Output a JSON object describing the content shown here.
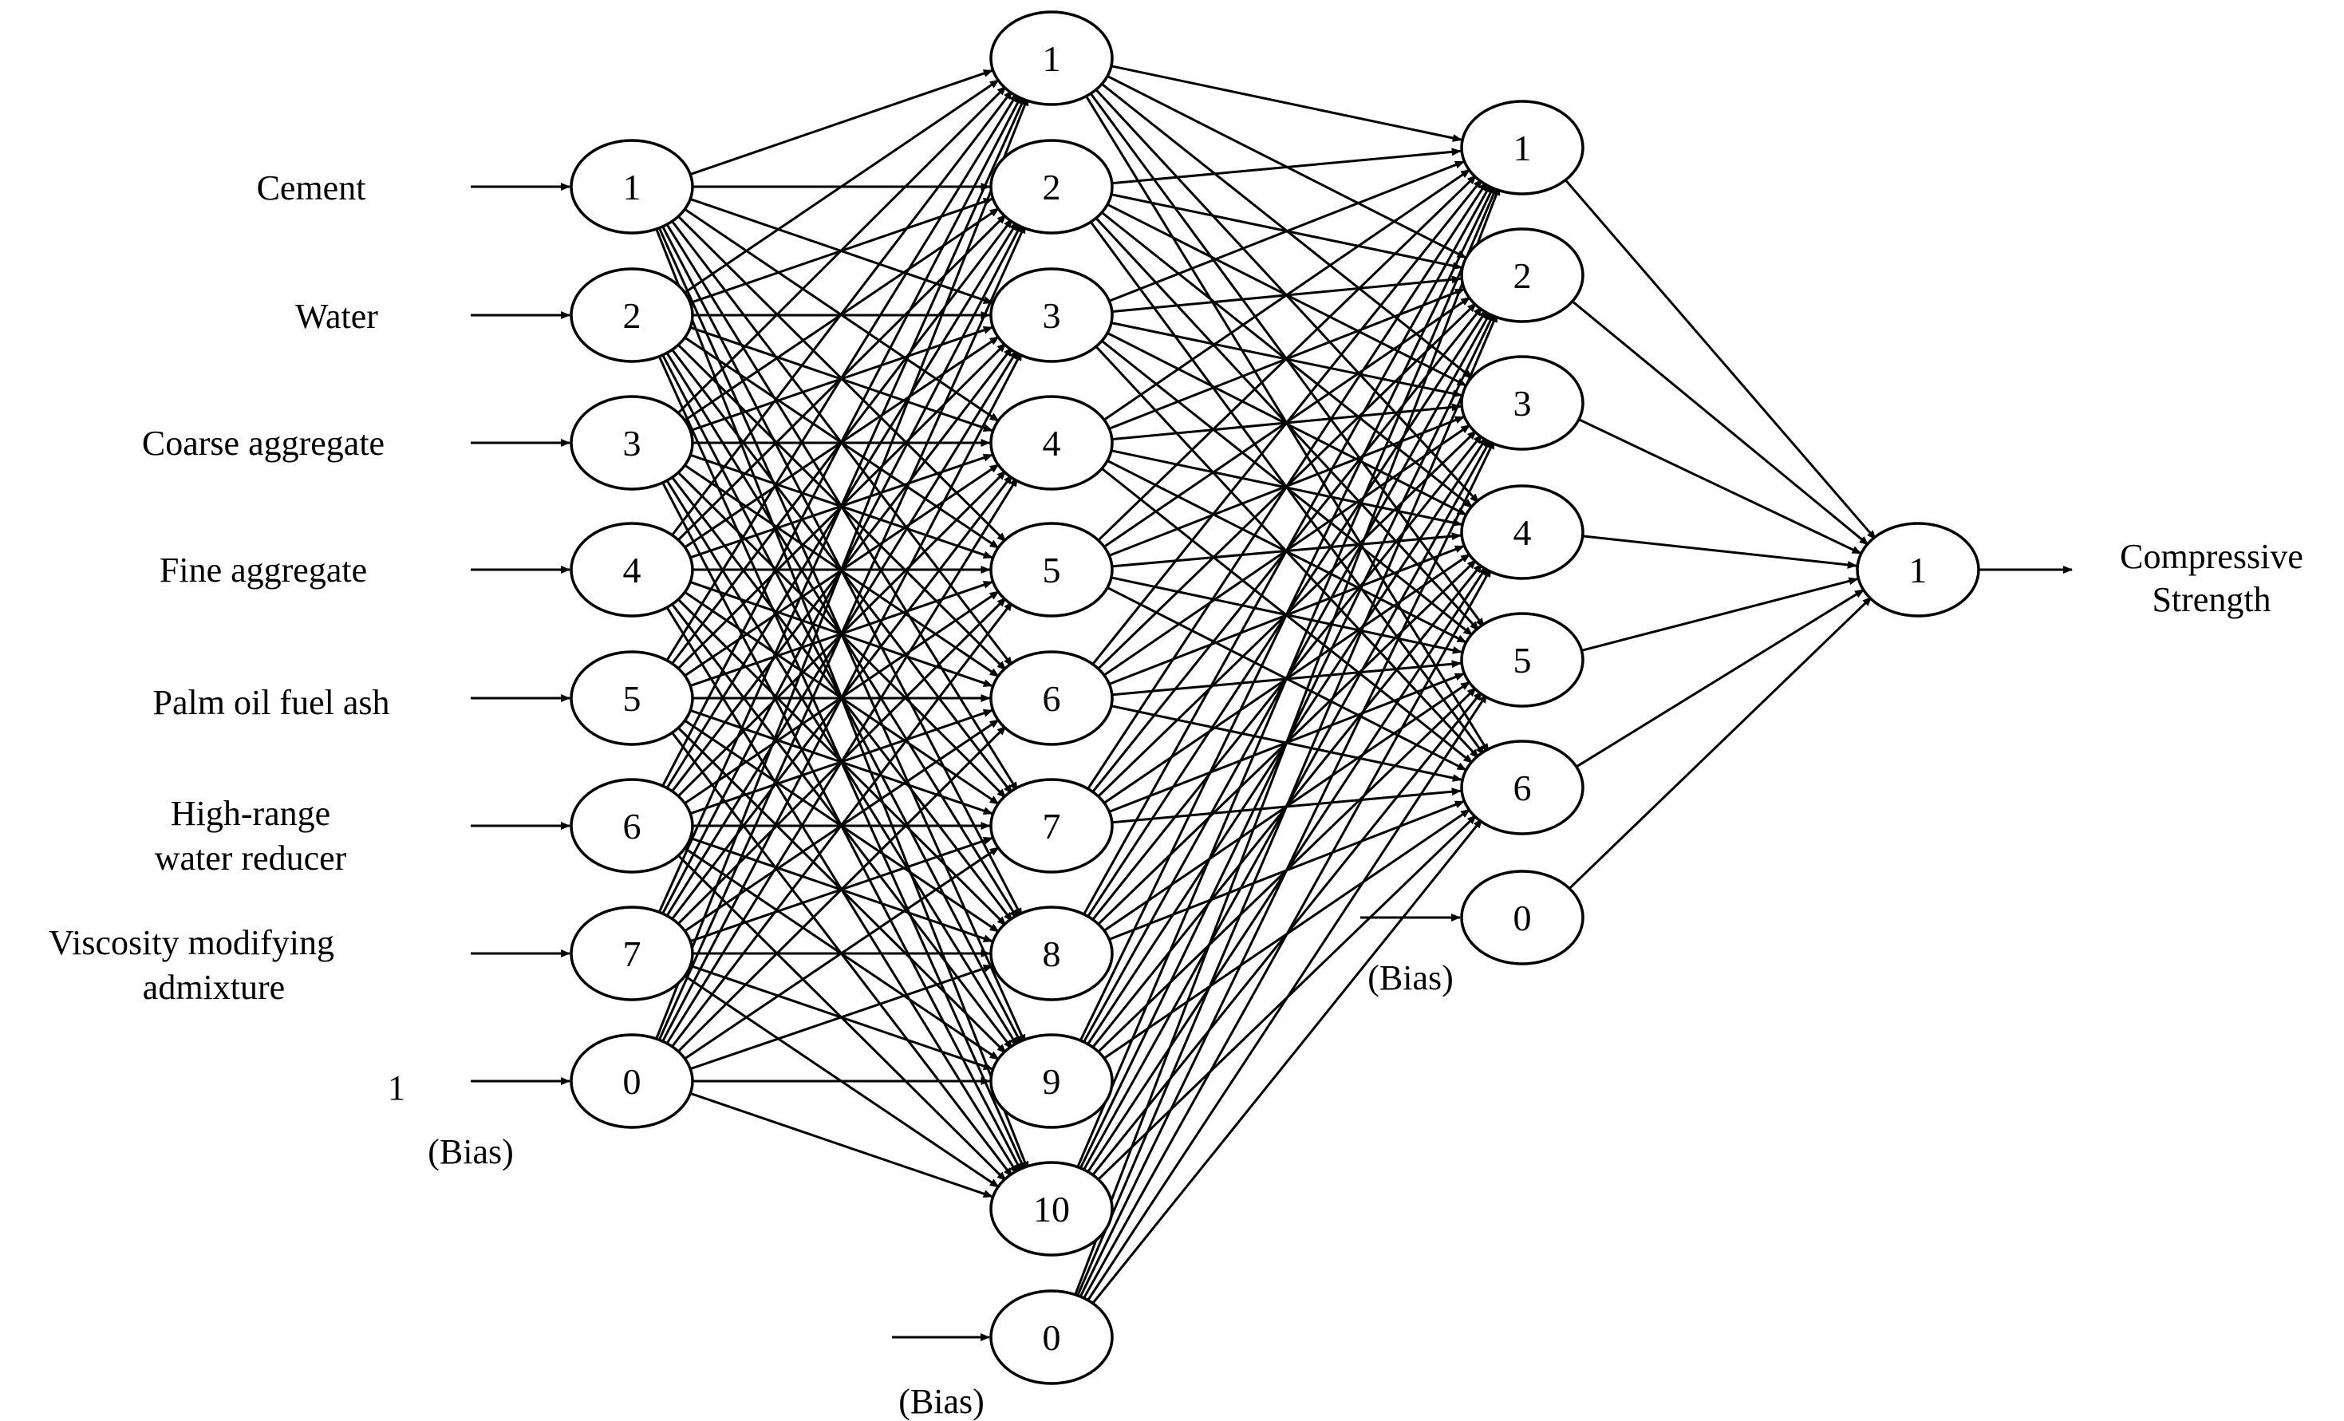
{
  "inputs": [
    {
      "label": "Cement"
    },
    {
      "label": "Water"
    },
    {
      "label": "Coarse aggregate"
    },
    {
      "label": "Fine aggregate"
    },
    {
      "label": "Palm oil fuel ash"
    },
    {
      "label": "High-range",
      "label2": "water reducer"
    },
    {
      "label": "Viscosity modifying",
      "label2": "admixture"
    }
  ],
  "input_bias_value": "1",
  "bias_label": "(Bias)",
  "layers": {
    "input": [
      "1",
      "2",
      "3",
      "4",
      "5",
      "6",
      "7",
      "0"
    ],
    "hidden1": [
      "1",
      "2",
      "3",
      "4",
      "5",
      "6",
      "7",
      "8",
      "9",
      "10",
      "0"
    ],
    "hidden2": [
      "1",
      "2",
      "3",
      "4",
      "5",
      "6",
      "0"
    ],
    "output": [
      "1"
    ]
  },
  "output": {
    "line1": "Compressive",
    "line2": "Strength"
  }
}
